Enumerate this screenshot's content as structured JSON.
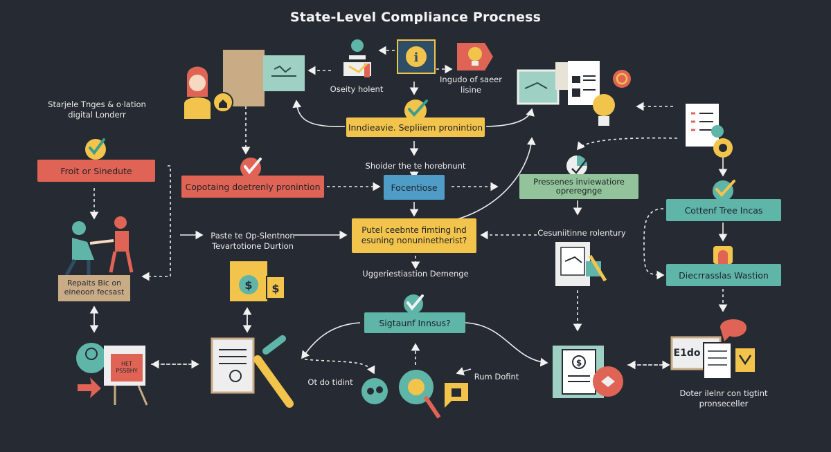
{
  "title": "State-Level Compliance Procness",
  "boxes": {
    "b_center_top": "Inndieavie. Sepliiem pronintion",
    "b_left": "Froit or Sinedute",
    "b_mid_left": "Copotaing doetrenly pronintion",
    "b_center": "Focentiose",
    "b_right_green": "Pressenes inviewatiore opreregnge",
    "b_right_teal1": "Cottenf Tree Incas",
    "b_center_yellow": "Putel ceebnte fimting Ind esuning nonuninetherist?",
    "b_right_teal2": "Diecrrasslas Wastion",
    "b_bottom_center": "Sigtaunf Innsus?",
    "stand_text": "HET PSSBHY"
  },
  "labels": {
    "l_top_left": "Starjele Tnges & o·lation digital Londerr",
    "l_oseity": "Oseity holent",
    "l_ingudo": "Ingudo of saeer lisine",
    "l_shoider": "Shoider the te horebnunt",
    "l_paste": "Paste te Op-Slentnon Tevartotione Durtion",
    "l_cesu": "Cesuniitinne rolentury",
    "l_ugger": "Uggeriestiastion Demenge",
    "l_repaits": "Repaits Bic on eineoon fecsast",
    "l_otdo": "Ot do tidint",
    "l_rum": "Rum Dofint",
    "l_doter": "Doter ilelnr con tigtint pronseceller",
    "l_eldo": "E1do"
  },
  "colors": {
    "background": "#262b33",
    "yellow": "#f3c44c",
    "red": "#e06455",
    "teal": "#5fb5a8",
    "blue": "#4f9cc7",
    "green": "#92c39a"
  }
}
